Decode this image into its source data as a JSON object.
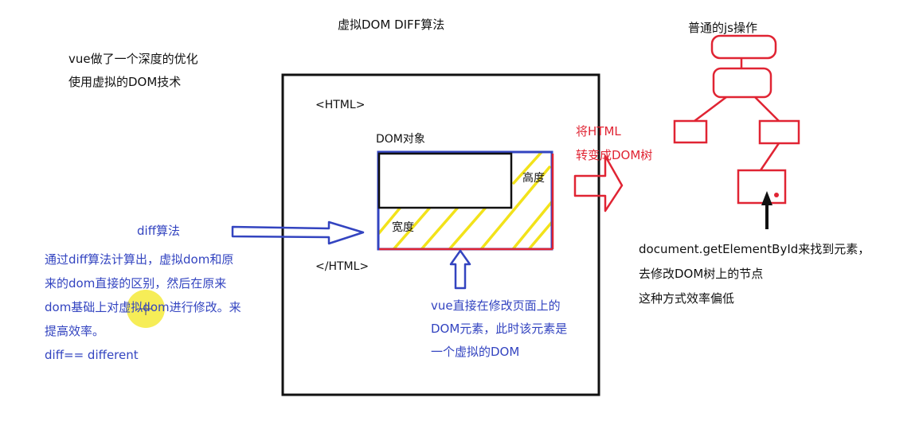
{
  "title": "虚拟DOM    DIFF算法",
  "intro": {
    "lines": [
      "vue做了一个深度的优化",
      "使用虚拟的DOM技术"
    ]
  },
  "html_box": {
    "open_tag": "<HTML>",
    "close_tag": "</HTML>",
    "dom_object_label": "DOM对象",
    "height_label": "高度",
    "width_label": "宽度"
  },
  "diff": {
    "label": "diff算法",
    "lines": [
      "通过diff算法计算出，虚拟dom和原",
      "来的dom直接的区别，然后在原来",
      "dom基础上对虚拟dom进行修改。来",
      "提高效率。",
      "diff== different"
    ]
  },
  "vue_note": {
    "lines": [
      "vue直接在修改页面上的",
      "DOM元素，此时该元素是",
      "一个虚拟的DOM"
    ]
  },
  "convert": {
    "lines": [
      "将HTML",
      "转变成DOM树"
    ]
  },
  "js": {
    "title": "普通的js操作",
    "lines": [
      "document.getElementById来找到元素，",
      "去修改DOM树上的节点",
      "这种方式效率偏低"
    ]
  },
  "colors": {
    "black": "#111111",
    "blue": "#3344c0",
    "red": "#e02433",
    "yellow": "#f2e21a",
    "highlight": "#f5ea3a"
  }
}
